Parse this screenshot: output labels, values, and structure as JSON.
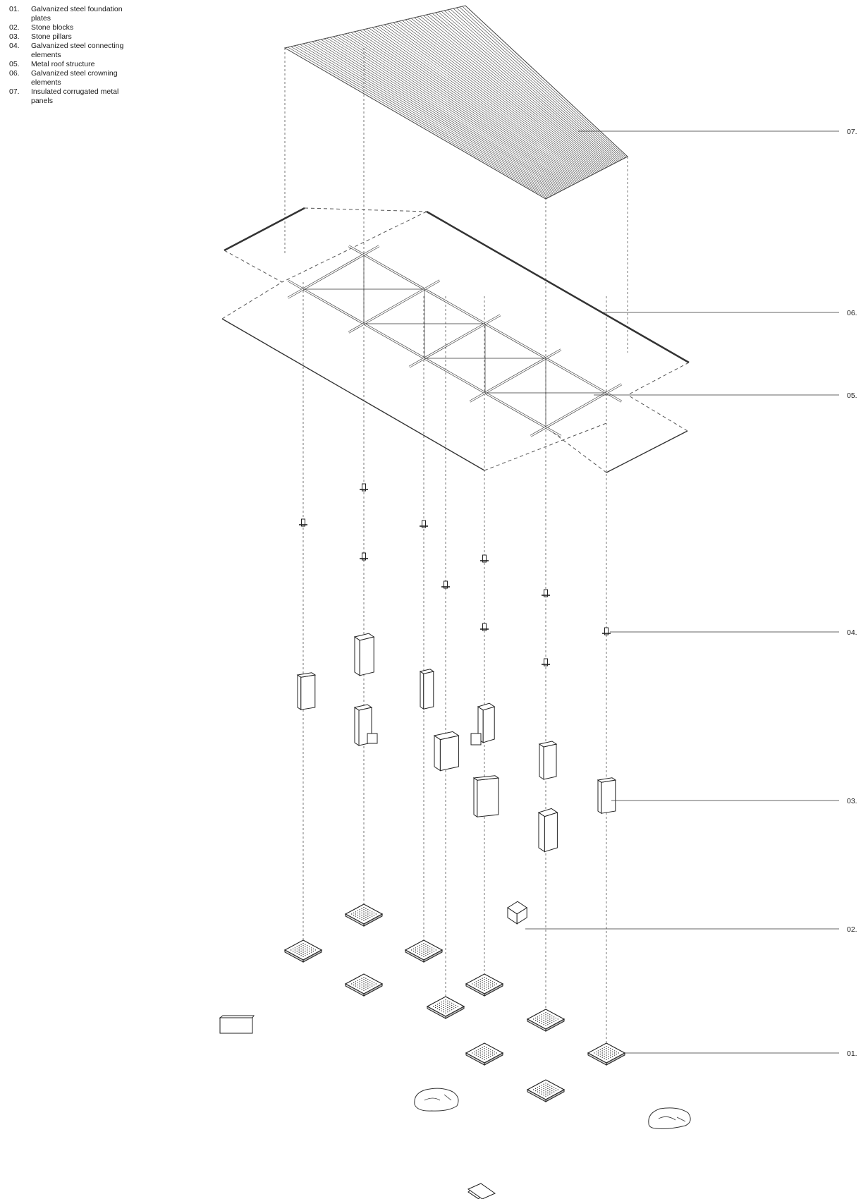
{
  "legend": [
    {
      "num": "01.",
      "text": "Galvanized steel foundation plates"
    },
    {
      "num": "02.",
      "text": "Stone blocks"
    },
    {
      "num": "03.",
      "text": "Stone pillars"
    },
    {
      "num": "04.",
      "text": "Galvanized steel connecting elements"
    },
    {
      "num": "05.",
      "text": "Metal roof structure"
    },
    {
      "num": "06.",
      "text": "Galvanized steel crowning elements"
    },
    {
      "num": "07.",
      "text": "Insulated corrugated metal panels"
    }
  ],
  "callouts": {
    "c07": "07.",
    "c06": "06.",
    "c05": "05.",
    "c04": "04.",
    "c03": "03.",
    "c02": "02.",
    "c01": "01."
  },
  "colors": {
    "line": "#222222",
    "dash": "#555555",
    "background": "#ffffff"
  }
}
